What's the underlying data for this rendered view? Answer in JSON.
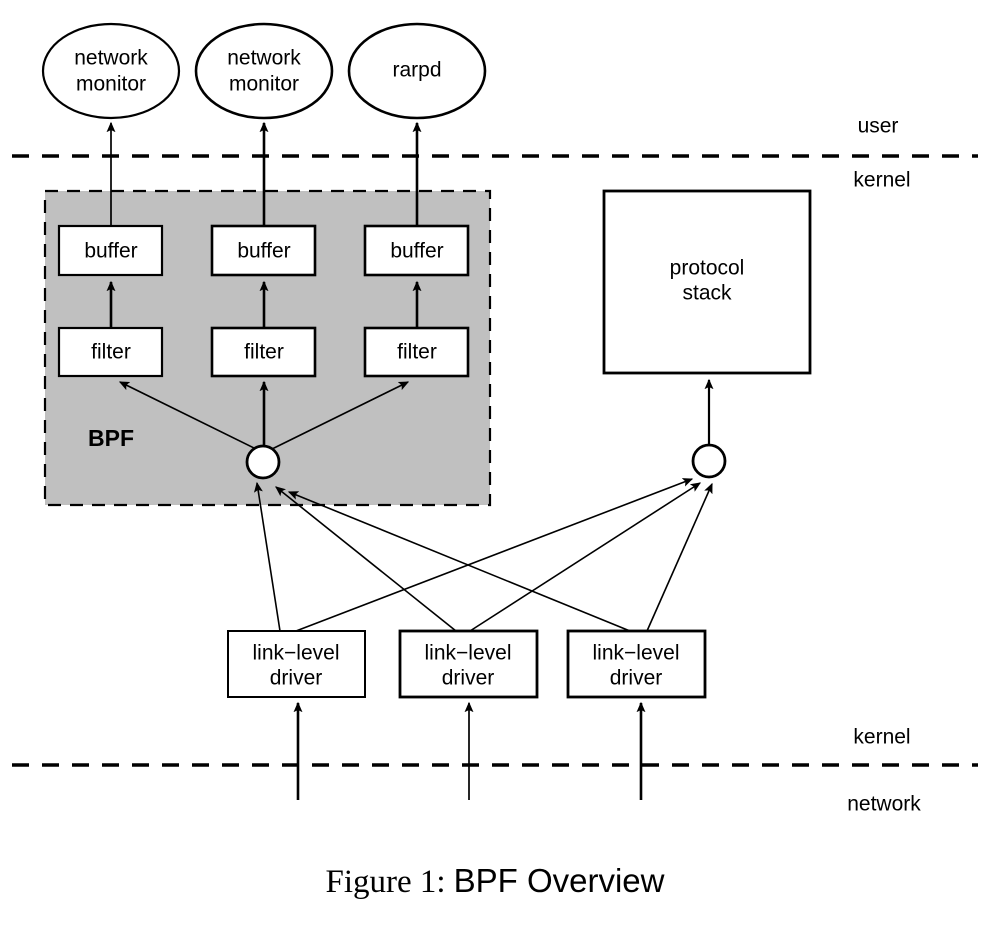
{
  "figure": {
    "caption_prefix": "Figure 1:",
    "caption_title": "BPF Overview"
  },
  "colors": {
    "bpf_fill": "#c0c0c0",
    "box_fill": "#ffffff",
    "stroke": "#000000",
    "background": "#ffffff"
  },
  "zones": {
    "user": "user",
    "kernel_top": "kernel",
    "kernel_bottom": "kernel",
    "network": "network"
  },
  "bpf": {
    "label": "BPF"
  },
  "applications": [
    {
      "label_line1": "network",
      "label_line2": "monitor"
    },
    {
      "label_line1": "network",
      "label_line2": "monitor"
    },
    {
      "label_line1": "rarpd",
      "label_line2": ""
    }
  ],
  "buffers": [
    {
      "label": "buffer"
    },
    {
      "label": "buffer"
    },
    {
      "label": "buffer"
    }
  ],
  "filters": [
    {
      "label": "filter"
    },
    {
      "label": "filter"
    },
    {
      "label": "filter"
    }
  ],
  "protocol_stack": {
    "label_line1": "protocol",
    "label_line2": "stack"
  },
  "drivers": [
    {
      "label_line1": "link−level",
      "label_line2": "driver"
    },
    {
      "label_line1": "link−level",
      "label_line2": "driver"
    },
    {
      "label_line1": "link−level",
      "label_line2": "driver"
    }
  ],
  "taps": [
    {
      "name": "bpf-tap"
    },
    {
      "name": "protocol-stack-tap"
    }
  ]
}
